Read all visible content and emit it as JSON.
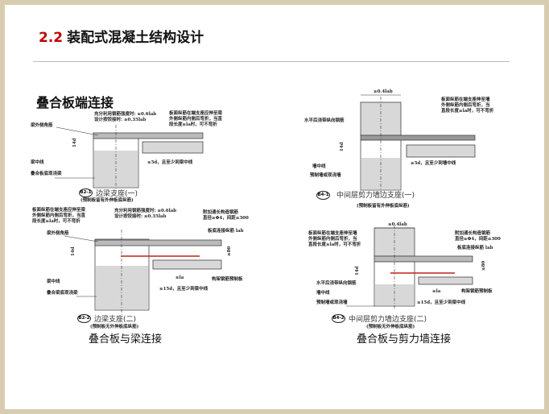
{
  "header": {
    "number": "2.2",
    "title": "装配式混凝土结构设计"
  },
  "section_title": "叠合板端连接",
  "d1": {
    "tag": "B2-1",
    "caption": "边梁支座(一)",
    "note": "(预制板留有外伸板底纵筋)",
    "l1": "梁外侧角筋",
    "l2": "14d",
    "l3": "梁中线",
    "l4": "叠合板底现浇梁",
    "t1": "充分利用钢筋强度时: ≥0.6lab",
    "t2": "设计按铰接时: ≥0.35lab",
    "r1": "板面纵筋在端支座应伸至梁",
    "r2": "外侧纵筋内侧后弯折，当直",
    "r3": "段长度≥la时，可不弯折",
    "d5": "≥5d，且至少到梁中线"
  },
  "d2": {
    "tag": "B4-1",
    "caption": "中间层剪力墙边支座(一)",
    "note": "(预制板留有外伸板底纵筋)",
    "top": "≥0.4lab",
    "r1": "板面纵筋在端支座伸至墙",
    "r2": "外侧纵筋内侧后弯折，当",
    "r3": "直段长度≥la时，可不弯折",
    "l1": "水平后浇带纵向钢筋",
    "l2": "14d",
    "l3": "墙中线",
    "l4": "预制墙或现浇墙",
    "d5": "≥5d，且至少到墙中线"
  },
  "d3": {
    "tag": "B2-2",
    "caption": "边梁支座(二)",
    "note": "(预制板无外伸板底纵筋)",
    "r1": "板面纵筋在端支座应伸至梁",
    "r2": "外侧纵筋内侧后弯折，当直",
    "r3": "段长度≥la时，可不弯折",
    "l1": "梁外侧角筋",
    "l2": "14d",
    "l3": "梁中线",
    "l4": "叠合梁底现浇梁",
    "t1": "充分利用钢筋强度时: ≥0.6lab",
    "t2": "设计按铰接时: ≥0.35lab",
    "a1": "附加通长构造钢筋",
    "a2": "直径≥Φ4，间距≤300",
    "a3": "板底连接纵筋 lab",
    "h80": "≥80",
    "la": "≥la",
    "pc": "构架钢筋预制板",
    "d15": "≥15d，且至少到梁中线",
    "label": "叠合板与梁连接"
  },
  "d4": {
    "tag": "B4-2",
    "caption": "中间层剪力墙边支座(二)",
    "note": "(预制板无外伸板底纵筋)",
    "top": "≥0.4lab",
    "r1": "板面纵筋在端支座伸至墙",
    "r2": "外侧纵筋内侧后弯折，当",
    "r3": "直段长度≥la时，可不弯折",
    "a1": "附加通长构造钢筋",
    "a2": "直径≥Φ4，间距≤300",
    "a3": "板底连接纵筋 lab",
    "l2": "14d",
    "h80": "≥80",
    "l1": "水平后浇带纵向钢筋",
    "l3": "墙中线",
    "l4": "预制墙或现浇墙",
    "la": "≥la",
    "pc": "构架钢筋预制板",
    "d15": "≥15d，且至少到梁中线",
    "label": "叠合板与剪力墙连接"
  },
  "colors": {
    "accent": "#c00000",
    "rebar_red": "#c0201a",
    "concrete": "#d8d8d8"
  }
}
